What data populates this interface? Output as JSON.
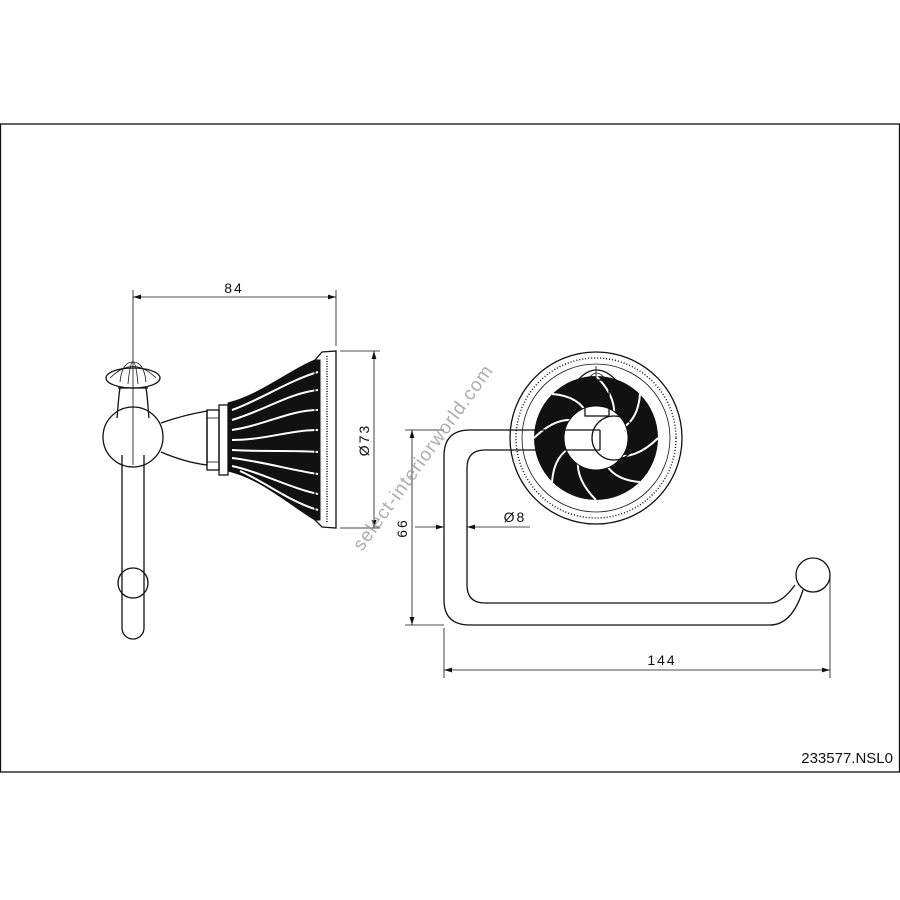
{
  "drawing": {
    "product_code": "233577.NSL0",
    "watermark": "select-interiorworld.com",
    "dimensions": {
      "depth": "84",
      "rosette_diameter": "Ø73",
      "height": "66",
      "rod_diameter": "Ø8",
      "width": "144"
    }
  }
}
